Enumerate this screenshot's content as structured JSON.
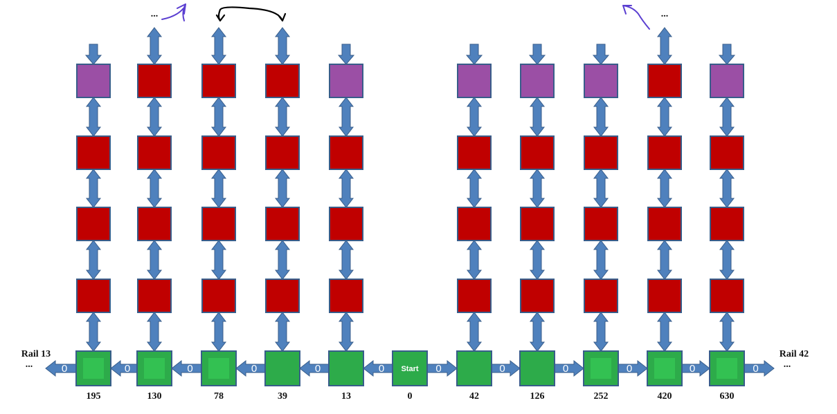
{
  "diagram": {
    "rail_left_label": "Rail 13",
    "rail_right_label": "Rail 42",
    "ellipsis": "...",
    "start_label": "Start",
    "edge_weight": "0",
    "colors": {
      "arrow": "#4f81bd",
      "arrow_stroke": "#385d8a",
      "red": "#c00000",
      "purple": "#9b4fa5",
      "green": "#2dab4a",
      "green_inner": "#33c152",
      "node_stroke": "#385d8a",
      "sketch_blue": "#5b3fd1",
      "sketch_black": "#000000"
    },
    "columns": [
      {
        "label": "195",
        "top": "purple",
        "top_arrow": "down",
        "green_style": "inner"
      },
      {
        "label": "130",
        "top": "red",
        "top_arrow": "both",
        "green_style": "inner"
      },
      {
        "label": "78",
        "top": "red",
        "top_arrow": "both",
        "green_style": "inner"
      },
      {
        "label": "39",
        "top": "red",
        "top_arrow": "both",
        "green_style": "plain"
      },
      {
        "label": "13",
        "top": "purple",
        "top_arrow": "down",
        "green_style": "plain"
      },
      {
        "label": "0",
        "start": true
      },
      {
        "label": "42",
        "top": "purple",
        "top_arrow": "down",
        "green_style": "plain"
      },
      {
        "label": "126",
        "top": "purple",
        "top_arrow": "down",
        "green_style": "plain"
      },
      {
        "label": "252",
        "top": "purple",
        "top_arrow": "down",
        "green_style": "inner"
      },
      {
        "label": "420",
        "top": "red",
        "top_arrow": "both",
        "green_style": "inner"
      },
      {
        "label": "630",
        "top": "purple",
        "top_arrow": "down",
        "green_style": "inner"
      }
    ],
    "top_ellipsis_columns": [
      1,
      9
    ]
  }
}
